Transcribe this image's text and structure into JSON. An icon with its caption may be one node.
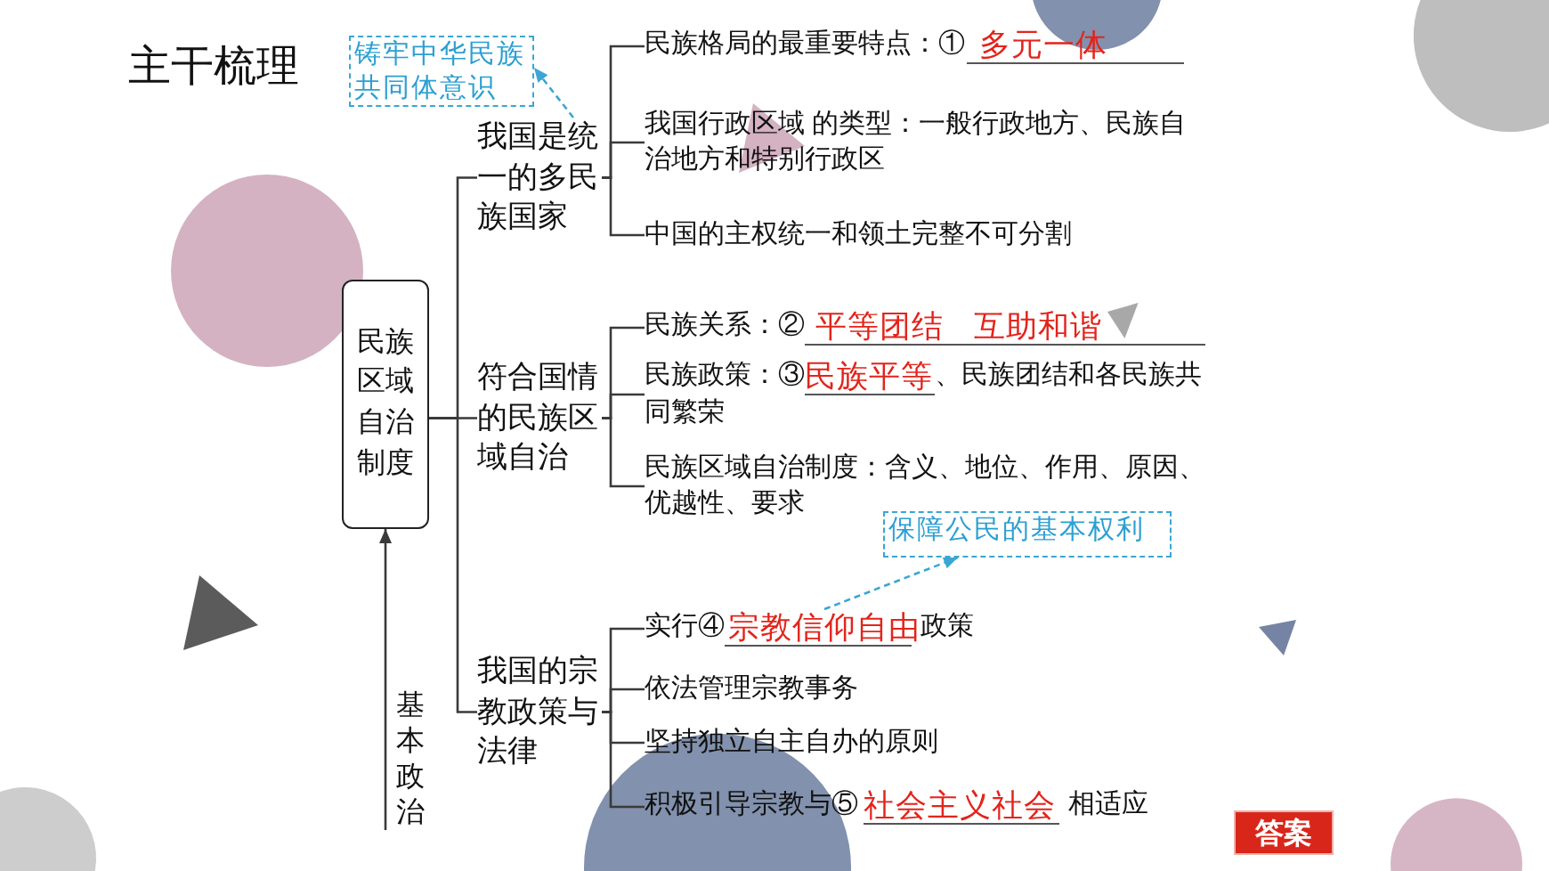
{
  "diagram": {
    "title": "主干梳理",
    "nodes": [
      {
        "text": [
          "铸牢中华民族共同体意识"
        ]
      },
      {
        "text": [
          "民族区域自治制度"
        ]
      },
      {
        "text": [
          "我国是统一的多民族国家"
        ]
      },
      {
        "text": [
          "民族格局的最重要特点：①",
          "多元一体"
        ]
      },
      {
        "text": [
          "我国行政区域 的类型：一般行政地方、民族自治地方和特别行政区"
        ]
      },
      {
        "text": [
          "中国的主权统一和领土完整不可分割"
        ]
      },
      {
        "text": [
          "符合国情的民族区域自治"
        ]
      },
      {
        "text": [
          "民族关系：②",
          "平等团结 互助和谐"
        ]
      },
      {
        "text": [
          "民族政策：③",
          "民族平等",
          "、民族团结和各民族共同繁荣"
        ]
      },
      {
        "text": [
          "民族区域自治制度：含义、地位、作用、原因、优越性、要求"
        ]
      },
      {
        "text": [
          "保障公民的基本权利"
        ]
      },
      {
        "text": [
          "我国的宗教政策与法律"
        ]
      },
      {
        "text": [
          "实行④",
          "宗教信仰自由",
          "政策"
        ]
      },
      {
        "text": [
          "依法管理宗教事务"
        ]
      },
      {
        "text": [
          "坚持独立自主自办的原则"
        ]
      },
      {
        "text": [
          "积极引导宗教与⑤",
          "社会主义社会",
          "相适应"
        ]
      },
      {
        "text": [
          "答案"
        ]
      }
    ],
    "edges": [
      {
        "from": 1,
        "to": 2,
        "arrow": "none"
      },
      {
        "from": 1,
        "to": 6,
        "arrow": "none"
      },
      {
        "from": 1,
        "to": 11,
        "arrow": "none"
      },
      {
        "from": 2,
        "to": 3,
        "arrow": "none"
      },
      {
        "from": 2,
        "to": 4,
        "arrow": "none"
      },
      {
        "from": 2,
        "to": 5,
        "arrow": "none"
      },
      {
        "from": 6,
        "to": 7,
        "arrow": "none"
      },
      {
        "from": 6,
        "to": 8,
        "arrow": "none"
      },
      {
        "from": 6,
        "to": 9,
        "arrow": "none"
      },
      {
        "from": 11,
        "to": 12,
        "arrow": "none"
      },
      {
        "from": 11,
        "to": 13,
        "arrow": "none"
      },
      {
        "from": 11,
        "to": 14,
        "arrow": "none"
      },
      {
        "from": 11,
        "to": 15,
        "arrow": "none"
      },
      {
        "from": 2,
        "to": 0,
        "arrow": "to",
        "style": "dashed",
        "color": "#3aa6d4"
      },
      {
        "from": 12,
        "to": 10,
        "arrow": "to",
        "style": "dashed",
        "color": "#3aa6d4"
      },
      {
        "from": null,
        "to": 1,
        "arrow": "to",
        "label": "基本政治"
      }
    ]
  }
}
